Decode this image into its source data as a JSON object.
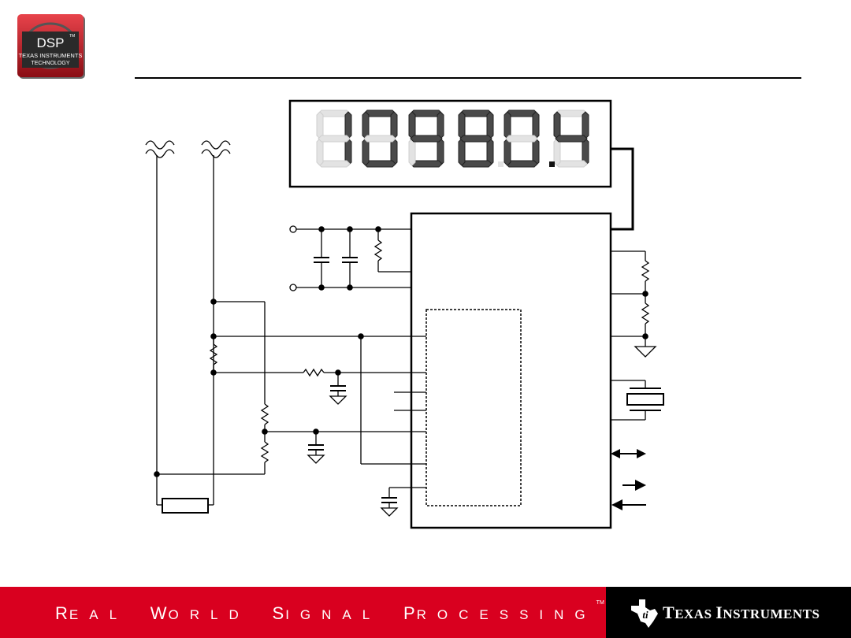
{
  "logo": {
    "line1": "DSP",
    "tm": "TM",
    "line2": "TEXAS INSTRUMENTS",
    "line3": "TECHNOLOGY"
  },
  "display": {
    "digits": [
      "1",
      "0",
      "9",
      "8",
      "0",
      "4"
    ]
  },
  "footer": {
    "tagline_words": [
      {
        "first": "R",
        "rest": "EAL"
      },
      {
        "first": "W",
        "rest": "ORLD"
      },
      {
        "first": "S",
        "rest": "IGNAL"
      },
      {
        "first": "P",
        "rest": "ROCESSING"
      }
    ],
    "tagline_tm": "TM",
    "company_first": "T",
    "company_mid": "EXAS ",
    "company_first2": "I",
    "company_rest": "NSTRUMENTS"
  },
  "colors": {
    "footer_red": "#d9001f",
    "footer_black": "#000000",
    "segment_on": "#4a4a4a",
    "segment_off": "#e3e3e3"
  }
}
